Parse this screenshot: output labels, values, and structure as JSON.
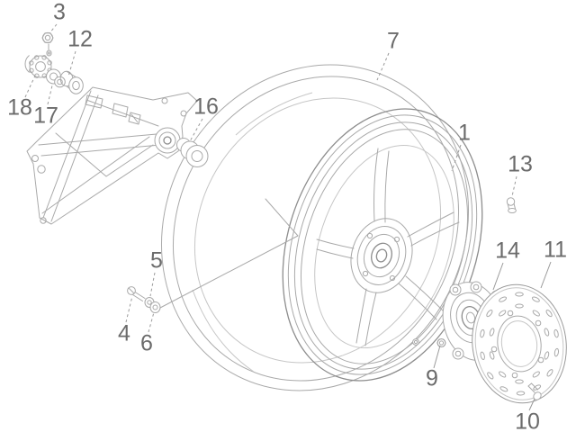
{
  "diagram": {
    "background_color": "#ffffff",
    "line_color": "#a9a9a9",
    "accent_line_color": "#8d8d8d",
    "label_color": "#6b6b6b",
    "callouts": [
      {
        "label": "3"
      },
      {
        "label": "12"
      },
      {
        "label": "18"
      },
      {
        "label": "17"
      },
      {
        "label": "16"
      },
      {
        "label": "7"
      },
      {
        "label": "1"
      },
      {
        "label": "13"
      },
      {
        "label": "5"
      },
      {
        "label": "4"
      },
      {
        "label": "6"
      },
      {
        "label": "14"
      },
      {
        "label": "11"
      },
      {
        "label": "9"
      },
      {
        "label": "10"
      }
    ]
  }
}
